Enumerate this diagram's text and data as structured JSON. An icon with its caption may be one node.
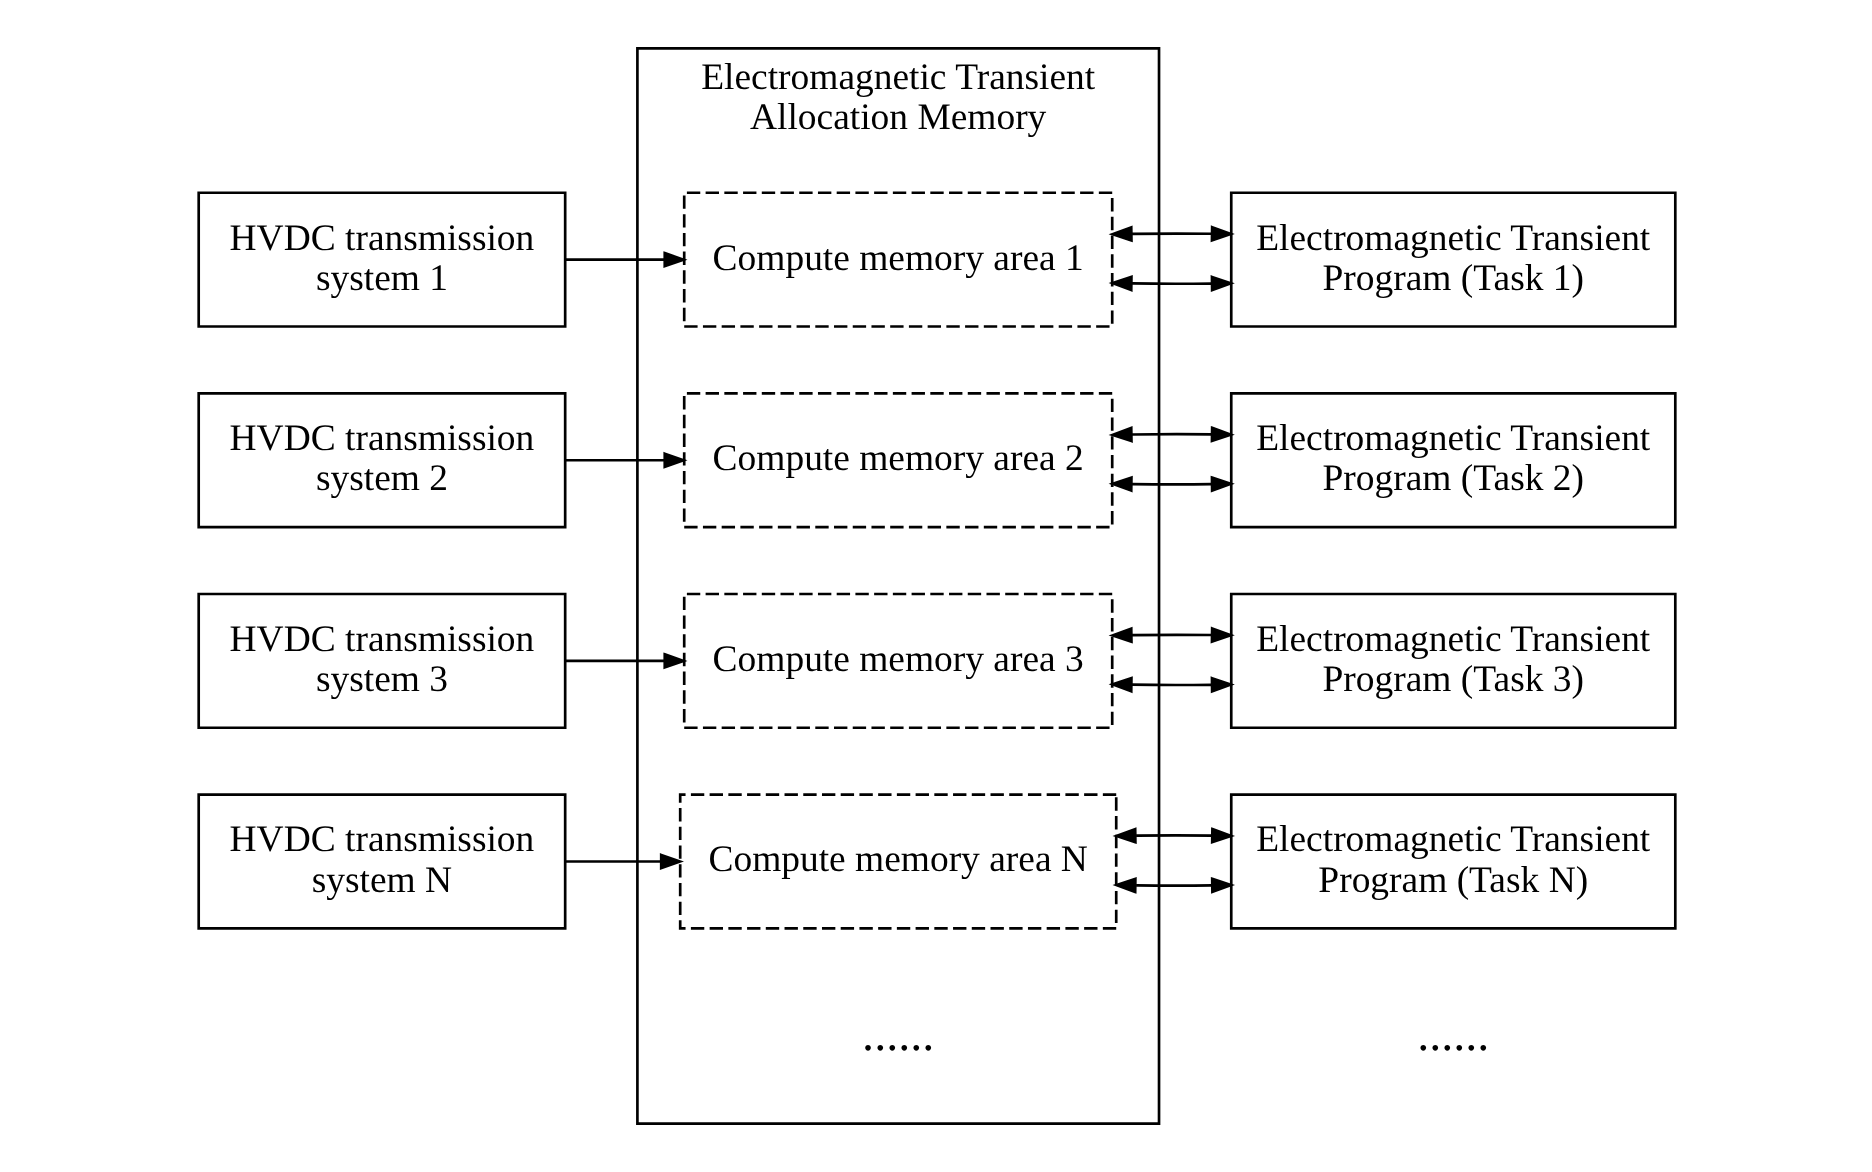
{
  "diagram": {
    "nodes": [
      {
        "text": [
          "Electromagnetic Transient Allocation Memory"
        ]
      },
      {
        "text": [
          "HVDC transmission system 1"
        ]
      },
      {
        "text": [
          "Compute memory area 1"
        ],
        "in": 0
      },
      {
        "text": [
          "Electromagnetic Transient Program (Task 1)"
        ]
      },
      {
        "text": [
          "HVDC transmission system 2"
        ]
      },
      {
        "text": [
          "Compute memory area 2"
        ],
        "in": 0
      },
      {
        "text": [
          "Electromagnetic Transient Program (Task 2)"
        ]
      },
      {
        "text": [
          "HVDC transmission system 3"
        ]
      },
      {
        "text": [
          "Compute memory area 3"
        ],
        "in": 0
      },
      {
        "text": [
          "Electromagnetic Transient Program (Task 3)"
        ]
      },
      {
        "text": [
          "HVDC transmission system N"
        ]
      },
      {
        "text": [
          "Compute memory area N"
        ],
        "in": 0
      },
      {
        "text": [
          "Electromagnetic Transient Program (Task N)"
        ]
      }
    ],
    "edges": [
      {
        "from": 1,
        "to": 2,
        "arrow": "to"
      },
      {
        "from": 2,
        "to": 3,
        "arrow": "both"
      },
      {
        "from": 2,
        "to": 3,
        "arrow": "both"
      },
      {
        "from": 4,
        "to": 5,
        "arrow": "to"
      },
      {
        "from": 5,
        "to": 6,
        "arrow": "both"
      },
      {
        "from": 5,
        "to": 6,
        "arrow": "both"
      },
      {
        "from": 7,
        "to": 8,
        "arrow": "to"
      },
      {
        "from": 8,
        "to": 9,
        "arrow": "both"
      },
      {
        "from": 8,
        "to": 9,
        "arrow": "both"
      },
      {
        "from": 10,
        "to": 11,
        "arrow": "to"
      },
      {
        "from": 11,
        "to": 12,
        "arrow": "both"
      },
      {
        "from": 11,
        "to": 12,
        "arrow": "both"
      }
    ],
    "labels": [
      "......",
      "......"
    ]
  }
}
